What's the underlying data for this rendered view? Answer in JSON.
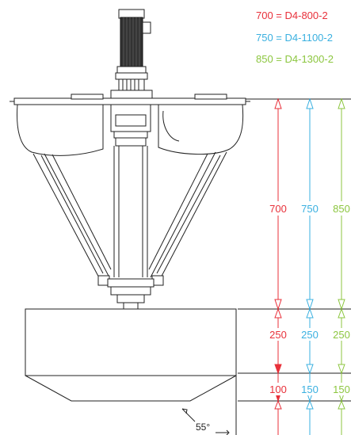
{
  "legend": [
    {
      "text": "700 = D4-800-2",
      "color": "#e8303a"
    },
    {
      "text": "750 = D4-1100-2",
      "color": "#3ab0e0"
    },
    {
      "text": "850 = D4-1300-2",
      "color": "#8cc63f"
    }
  ],
  "dimensions": {
    "red": {
      "color": "#e8303a",
      "upper": "700",
      "middle": "250",
      "lower": "100"
    },
    "blue": {
      "color": "#3ab0e0",
      "upper": "750",
      "middle": "250",
      "lower": "150"
    },
    "green": {
      "color": "#8cc63f",
      "upper": "850",
      "middle": "250",
      "lower": "150"
    }
  },
  "angle": "55°",
  "colors": {
    "line": "#222222",
    "body_fill": "#ffffff"
  }
}
